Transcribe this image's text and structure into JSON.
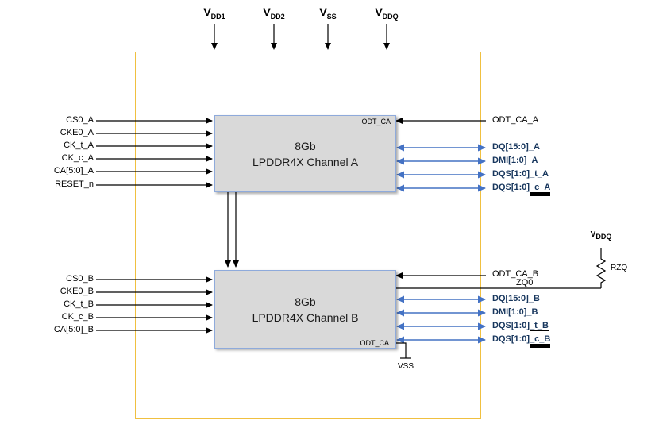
{
  "colors": {
    "chip_border": "#F0C040",
    "block_fill": "#D9D9D9",
    "block_border": "#8EAADB",
    "io_line_blue": "#4472C4",
    "signal_line_black": "#000000",
    "io_label_text": "#17365D"
  },
  "power_pins": [
    {
      "base": "V",
      "sub": "DD1"
    },
    {
      "base": "V",
      "sub": "DD2"
    },
    {
      "base": "V",
      "sub": "SS"
    },
    {
      "base": "V",
      "sub": "DDQ"
    }
  ],
  "channel_a": {
    "name_line1": "8Gb",
    "name_line2": "LPDDR4X Channel A",
    "odt_corner_label": "ODT_CA",
    "left_inputs": [
      "CS0_A",
      "CKE0_A",
      "CK_t_A",
      "CK_c_A",
      "CA[5:0]_A",
      "RESET_n"
    ],
    "odt_input_label": "ODT_CA_A",
    "io_signals": [
      {
        "pre": "DQ[15:0]_A",
        "suf": ""
      },
      {
        "pre": "DMI[1:0]_A",
        "suf": ""
      },
      {
        "pre": "DQS[1:0]",
        "suf": "_t_A"
      },
      {
        "pre": "DQS[1:0]",
        "suf": "_c_A"
      }
    ]
  },
  "channel_b": {
    "name_line1": "8Gb",
    "name_line2": "LPDDR4X Channel B",
    "odt_corner_label": "ODT_CA",
    "left_inputs": [
      "CS0_B",
      "CKE0_B",
      "CK_t_B",
      "CK_c_B",
      "CA[5:0]_B"
    ],
    "odt_input_label": "ODT_CA_B",
    "io_signals": [
      {
        "pre": "DQ[15:0]_B",
        "suf": ""
      },
      {
        "pre": "DMI[1:0]_B",
        "suf": ""
      },
      {
        "pre": "DQS[1:0]",
        "suf": "_t_B"
      },
      {
        "pre": "DQS[1:0]",
        "suf": "_c_B"
      }
    ],
    "vss_ground_label": "VSS"
  },
  "zq_network": {
    "pin_label": "ZQ0",
    "resistor_label": "RZQ",
    "supply": {
      "base": "V",
      "sub": "DDQ"
    }
  }
}
